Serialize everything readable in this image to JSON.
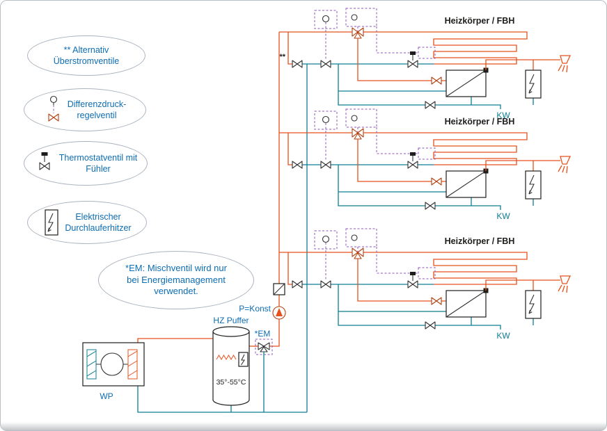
{
  "colors": {
    "hot": "#e8511c",
    "cold": "#0e7e93",
    "control": "#9257bb",
    "blue": "#0d6db3",
    "dark": "#1d1d1b",
    "valve_dark": "#333333",
    "valve_hot": "#b5400f"
  },
  "legend": {
    "items": [
      {
        "id": "overflow-valves",
        "label_lines": [
          "** Alternativ",
          "Überstromventile"
        ],
        "icon": null
      },
      {
        "id": "diff-pressure-valve",
        "label_lines": [
          "Differenzdruck-",
          "regelventil"
        ],
        "icon": "diff-pressure-valve-icon"
      },
      {
        "id": "thermostat-valve",
        "label_lines": [
          "Thermostatventil mit",
          "Fühler"
        ],
        "icon": "thermostat-valve-icon"
      },
      {
        "id": "electric-heater",
        "label_lines": [
          "Elektrischer",
          "Durchlauferhitzer"
        ],
        "icon": "electric-heater-icon"
      }
    ]
  },
  "note": {
    "lines": [
      "*EM: Mischventil wird nur",
      "bei Energiemanagement",
      "verwendet."
    ]
  },
  "plant": {
    "heat_pump_label": "WP",
    "buffer_label": "HZ Puffer",
    "buffer_temp": "35°-55°C",
    "pump_label": "P=Konst",
    "em_valve_label": "*EM"
  },
  "floors": [
    {
      "heading": "Heizkörper / FBH",
      "cold_water_label": "KW"
    },
    {
      "heading": "Heizkörper / FBH",
      "cold_water_label": "KW"
    },
    {
      "heading": "Heizkörper / FBH",
      "cold_water_label": "KW"
    }
  ],
  "overflow_marker": "**",
  "icons": {
    "diff_pressure_valve": "circle-sensor with dashed capillary to valve",
    "thermostat_valve": "valve with sensor head",
    "electric_heater": "box with lightning bolt",
    "shower": "shower head with spray",
    "pump": "circle with triangle",
    "mixing_valve_3way": "three-triangle valve",
    "heat_exchanger": "box with diagonal",
    "heat_pump": "box with compressor circle and two exchangers",
    "buffer_tank": "vertical cylinder",
    "radiator_coil": "serpentine coil"
  }
}
